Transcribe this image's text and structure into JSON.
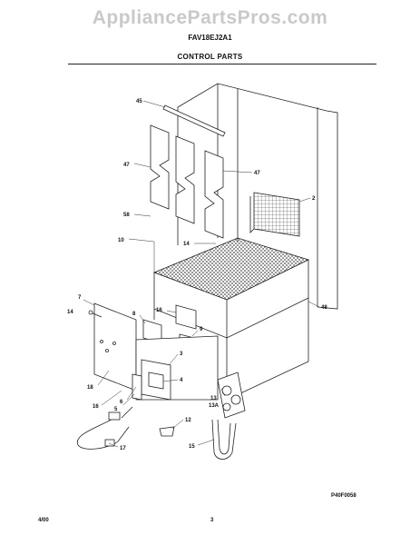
{
  "watermark": "AppliancePartsPros.com",
  "model_number": "FAV18EJ2A1",
  "section_title": "CONTROL PARTS",
  "drawing_code": "P40F0058",
  "footer": {
    "date": "4/00",
    "page_number": "3"
  },
  "callouts": [
    "45",
    "47",
    "47",
    "2",
    "58",
    "10",
    "14",
    "7",
    "14",
    "16",
    "8",
    "9",
    "48",
    "3",
    "4",
    "18",
    "16",
    "6",
    "5",
    "13",
    "13A",
    "12",
    "17",
    "15"
  ]
}
